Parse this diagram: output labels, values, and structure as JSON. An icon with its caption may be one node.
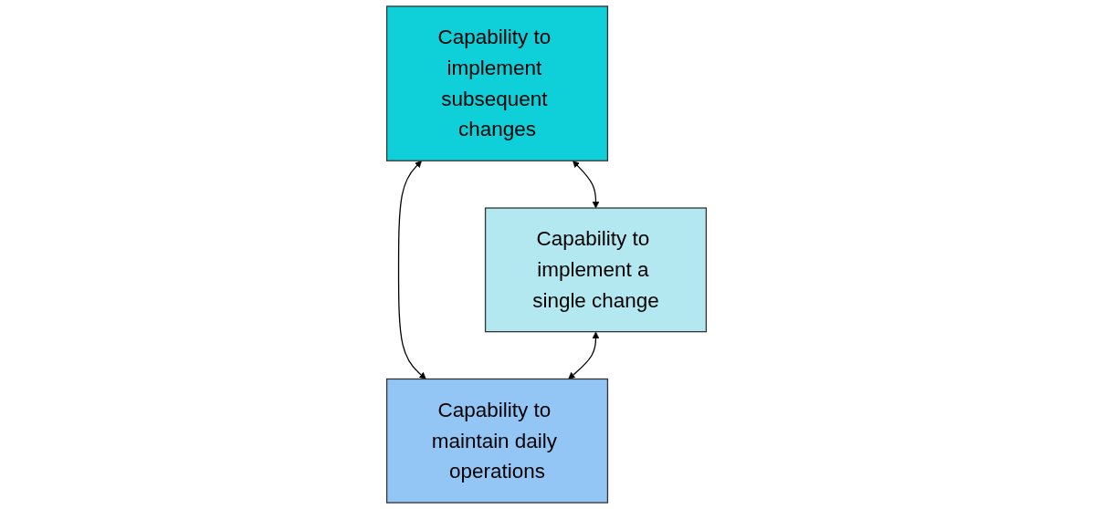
{
  "diagram": {
    "nodes": [
      {
        "text": [
          "Capability to implement subsequent changes"
        ]
      },
      {
        "text": [
          "Capability to implement a single change"
        ]
      },
      {
        "text": [
          "Capability to maintain daily operations"
        ]
      }
    ],
    "edges": [
      {
        "from": 0,
        "to": 1,
        "arrow": "both"
      },
      {
        "from": 0,
        "to": 2,
        "arrow": "both"
      },
      {
        "from": 1,
        "to": 2,
        "arrow": "both"
      }
    ]
  }
}
